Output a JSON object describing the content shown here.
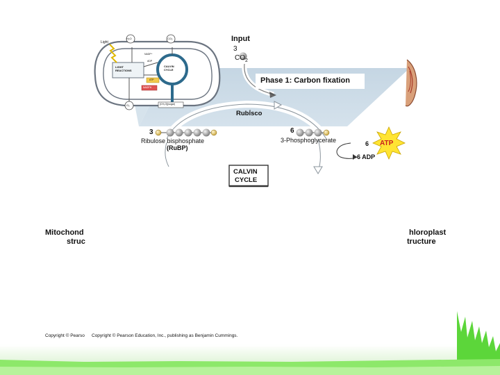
{
  "overview": {
    "light": "Light",
    "h2o": "H₂O",
    "co2": "CO₂",
    "nadp": "NADP⁺",
    "adp": "ADP",
    "light_reactions": "LIGHT\nREACTIONS",
    "calvin_cycle": "CALVIN\nCYCLE",
    "atp": "ATP",
    "nadph": "NADPH",
    "o2": "O₂",
    "sugar": "[CH₂O](sugar)"
  },
  "calvin": {
    "input_label": "Input",
    "co2_count": "3",
    "co2": "CO",
    "co2_sub": "2",
    "phase_title": "Phase 1: Carbon fixation",
    "enzyme": "Rubisco",
    "rubp_count": "3",
    "rubp_name_1": "Ribulose bisphosphate",
    "rubp_name_2": "(RuBP)",
    "pga_count": "6",
    "pga_name": "3-Phosphoglycerate",
    "atp_count": "6",
    "atp": "ATP",
    "adp": "6 ADP",
    "cycle_label_1": "CALVIN",
    "cycle_label_2": "CYCLE",
    "phosphate_symbol": "P"
  },
  "captions": {
    "left_1": "Mitochond",
    "left_2": "struc",
    "right_1": "hloroplast",
    "right_2": "tructure"
  },
  "copyright": {
    "left": "Copyright © Pearso",
    "main": "Copyright © Pearson Education, Inc., publishing as Benjamin Cummings."
  },
  "colors": {
    "phase_fill": "#c7d7e4",
    "atp_star": "#ffe433",
    "membrane": "#7a8894",
    "calvin_ring": "#2d6a8c",
    "grass": "#5cd63a"
  }
}
